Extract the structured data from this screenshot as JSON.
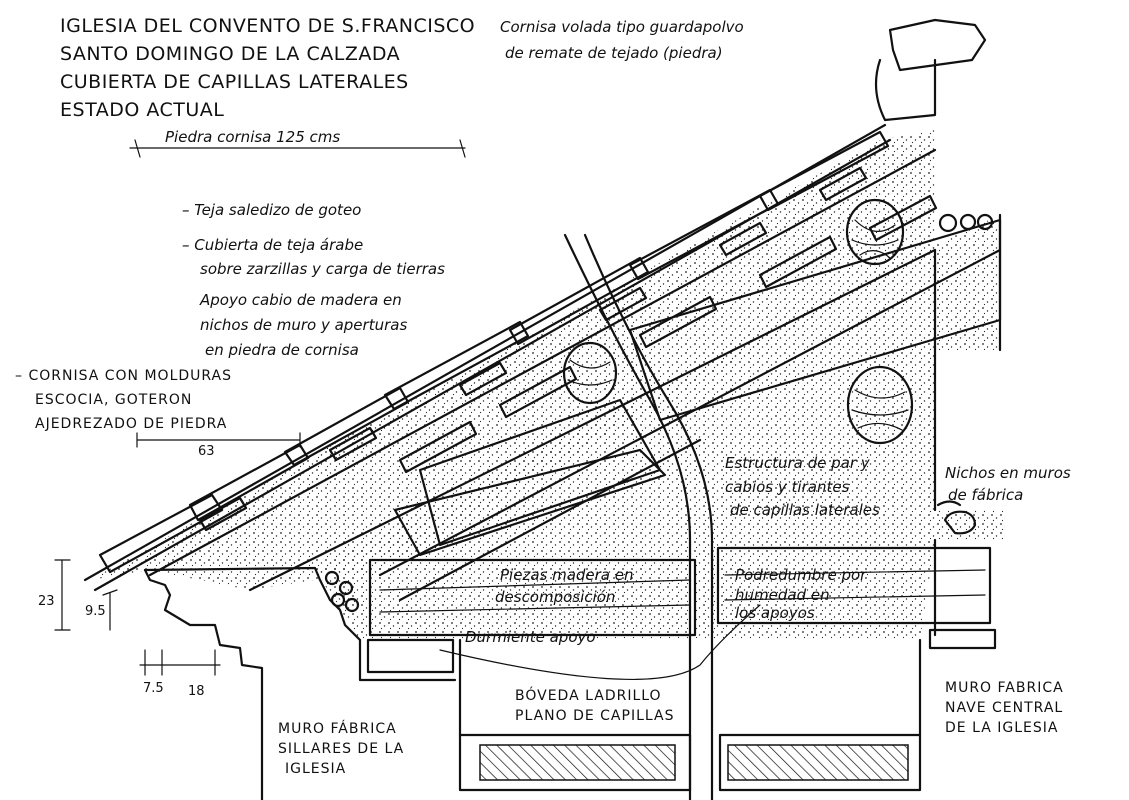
{
  "title": {
    "lines": [
      "IGLESIA DEL CONVENTO DE S.FRANCISCO",
      "SANTO DOMINGO DE LA CALZADA",
      "CUBIERTA DE CAPILLAS LATERALES",
      "ESTADO ACTUAL"
    ]
  },
  "labels": {
    "piedra_cornisa": "Piedra cornisa 125 cms",
    "cornisa_volada": [
      "Cornisa volada tipo guardapolvo",
      "de remate de tejado (piedra)"
    ],
    "teja_saledizo": "– Teja saledizo de goteo",
    "cubierta": [
      "– Cubierta de teja árabe",
      "sobre zarzillas y carga de tierras"
    ],
    "apoyo": [
      "Apoyo cabio de madera en",
      "nichos de muro y aperturas",
      "en piedra de cornisa"
    ],
    "cornisa_molduras": [
      "– CORNISA CON MOLDURAS",
      "ESCOCIA, GOTERON",
      "AJEDREZADO DE PIEDRA"
    ],
    "estructura": [
      "Estructura de par y",
      "cabios y tirantes",
      "de capillas laterales"
    ],
    "nichos": [
      "Nichos en muros",
      "de fábrica"
    ],
    "piezas_madera": [
      "Piezas madera en",
      "descomposición"
    ],
    "podredumbre": [
      "Podredumbre por",
      "humedad en",
      "los apoyos"
    ],
    "durmiente": "Durmiente apoyo",
    "boveda": [
      "BÓVEDA LADRILLO",
      "PLANO DE CAPILLAS"
    ],
    "muro_sillares": [
      "MURO FÁBRICA",
      "SILLARES DE LA",
      "IGLESIA"
    ],
    "muro_nave": [
      "MURO FABRICA",
      "NAVE CENTRAL",
      "DE LA IGLESIA"
    ]
  },
  "dimensions": {
    "d63": "63",
    "d23": "23",
    "d95": "9.5",
    "d7_5": "7.5",
    "d18": "18"
  }
}
